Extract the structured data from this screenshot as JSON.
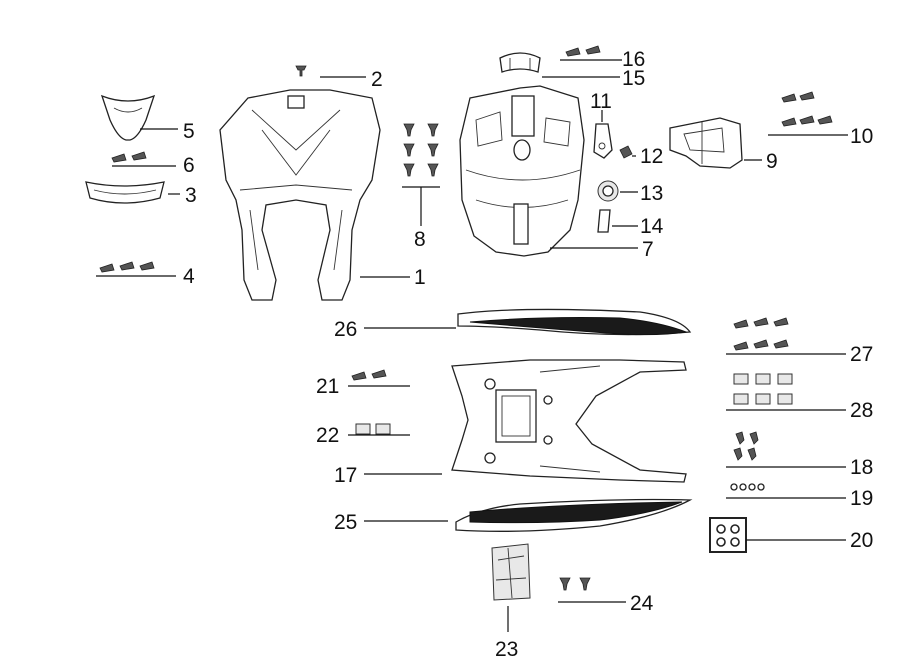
{
  "callouts": {
    "c1": "1",
    "c2": "2",
    "c3": "3",
    "c4": "4",
    "c5": "5",
    "c6": "6",
    "c7": "7",
    "c8": "8",
    "c9": "9",
    "c10": "10",
    "c11": "11",
    "c12": "12",
    "c13": "13",
    "c14": "14",
    "c15": "15",
    "c16": "16",
    "c17": "17",
    "c18": "18",
    "c19": "19",
    "c20": "20",
    "c21": "21",
    "c22": "22",
    "c23": "23",
    "c24": "24",
    "c25": "25",
    "c26": "26",
    "c27": "27",
    "c28": "28"
  },
  "colors": {
    "line": "#111111",
    "part_fill": "#ffffff",
    "dark_panel": "#1a1a1a"
  }
}
